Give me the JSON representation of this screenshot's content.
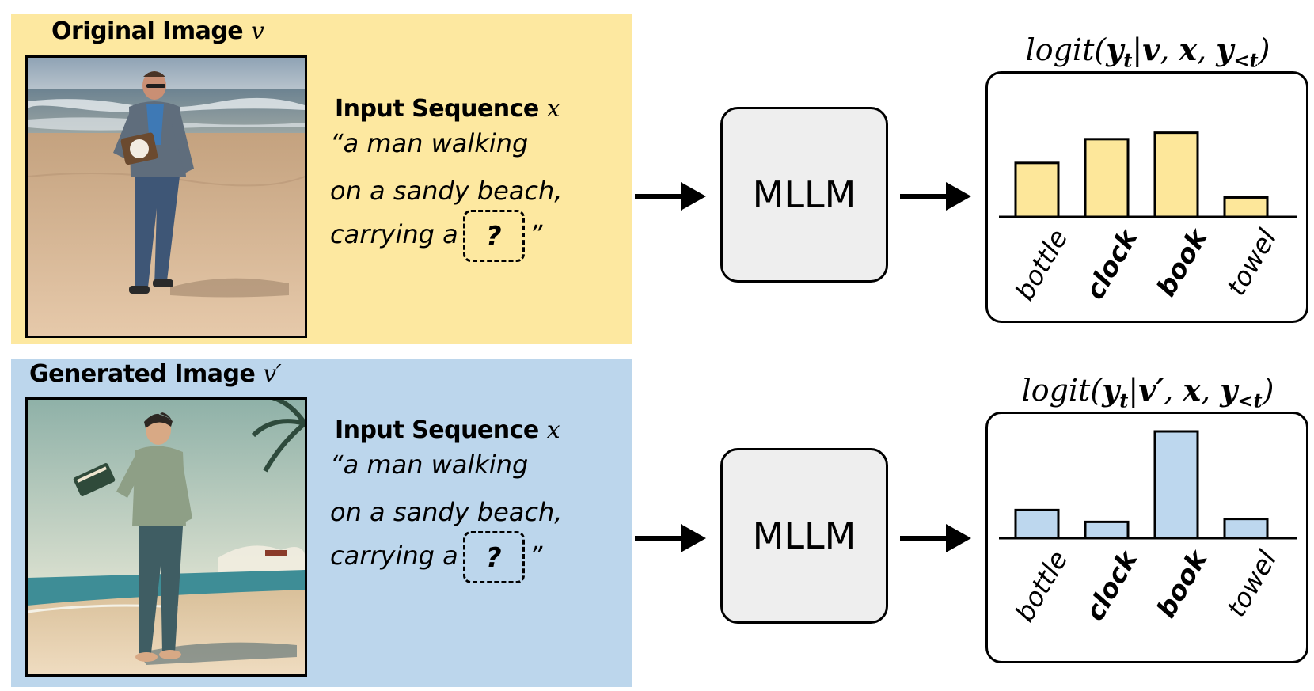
{
  "top": {
    "image_title": "Original Image",
    "image_symbol": "v",
    "seq_heading": "Input Sequence",
    "seq_symbol": "x",
    "seq_line1": "“a   man   walking",
    "seq_line2": "on a sandy beach,",
    "seq_line3_prefix": "carrying a",
    "seq_placeholder": "?",
    "seq_line3_suffix": "”",
    "model_label": "MLLM",
    "chart_title": "logit(y_t | v, x, y_<t)"
  },
  "bottom": {
    "image_title": "Generated  Image",
    "image_symbol": "v′",
    "seq_heading": "Input Sequence",
    "seq_symbol": "x",
    "seq_line1": "“a   man   walking",
    "seq_line2": "on a sandy beach,",
    "seq_line3_prefix": "carrying a",
    "seq_placeholder": "?",
    "seq_line3_suffix": "”",
    "model_label": "MLLM",
    "chart_title": "logit(y_t | v′, x, y_<t)"
  },
  "colors": {
    "top_panel": "#fde8a0",
    "bottom_panel": "#bcd6ec",
    "top_bar": "#fde79a",
    "bottom_bar": "#bdd7ee"
  },
  "chart_data": [
    {
      "type": "bar",
      "title": "logit(y_t | v, x, y_<t)",
      "categories": [
        "bottle",
        "clock",
        "book",
        "towel"
      ],
      "bold_categories": [
        "clock",
        "book"
      ],
      "values": [
        2.5,
        3.6,
        3.9,
        0.9
      ],
      "ylim": [
        0,
        5.5
      ],
      "grid": false
    },
    {
      "type": "bar",
      "title": "logit(y_t | v′, x, y_<t)",
      "categories": [
        "bottle",
        "clock",
        "book",
        "towel"
      ],
      "bold_categories": [
        "clock",
        "book"
      ],
      "values": [
        1.9,
        1.1,
        7.2,
        1.3
      ],
      "ylim": [
        0,
        8.0
      ],
      "grid": false
    }
  ]
}
